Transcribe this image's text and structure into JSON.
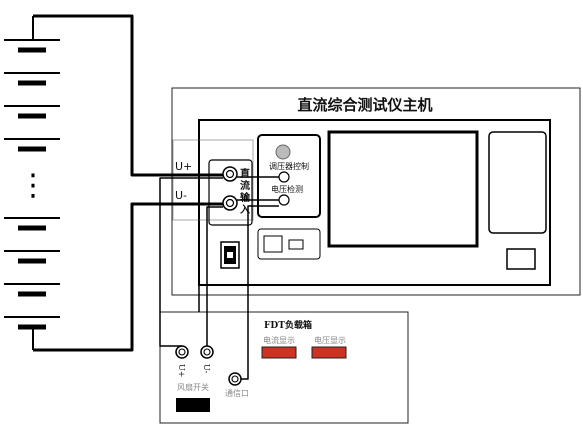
{
  "host": {
    "title": "直流综合测试仪主机",
    "terminal_plus": "U+",
    "terminal_minus": "U-",
    "input_label_chars": [
      "直",
      "流",
      "输",
      "入"
    ],
    "regulator_label": "调压器控制",
    "voltage_detect_label": "电压检测"
  },
  "battery": {
    "ellipsis": "⋮"
  },
  "load_box": {
    "title": "FDT负载箱",
    "current_display": "电流显示",
    "voltage_display": "电压显示",
    "terminal_plus": "U+",
    "terminal_minus": "U-",
    "fan_switch": "风扇开关",
    "comm_port": "通信口"
  },
  "colors": {
    "wire": "#000000",
    "display_red": "#cc3322",
    "outline": "#222222"
  }
}
